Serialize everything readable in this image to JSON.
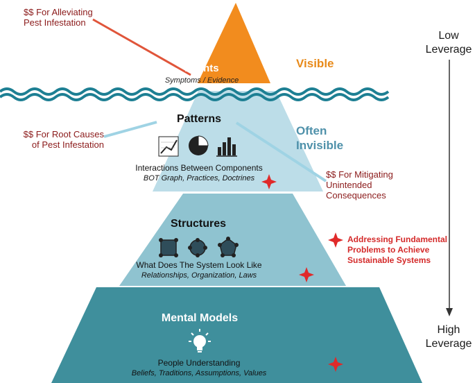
{
  "levels": {
    "events": {
      "title": "Events",
      "subtitle": "Symptoms / Evidence",
      "color": "#f28c1e"
    },
    "patterns": {
      "title": "Patterns",
      "line1": "Interactions Between Components",
      "line2": "BOT Graph, Practices, Doctrines",
      "color": "#bcdde8"
    },
    "structures": {
      "title": "Structures",
      "line1": "What Does The System Look Like",
      "line2": "Relationships, Organization, Laws",
      "color": "#8fc3d0"
    },
    "mental_models": {
      "title": "Mental Models",
      "line1": "People Understanding",
      "line2": "Beliefs, Traditions, Assumptions, Values",
      "color": "#3f8f9c"
    }
  },
  "visibility": {
    "visible": "Visible",
    "often_invisible_1": "Often",
    "often_invisible_2": "Invisible"
  },
  "leverage": {
    "low_1": "Low",
    "low_2": "Leverage",
    "high_1": "High",
    "high_2": "Leverage"
  },
  "annotations": {
    "alleviating": "$$ For Alleviating Pest Infestation",
    "root_causes": "$$ For Root Causes of Pest Infestation",
    "mitigating": "$$ For Mitigating Unintended Consequences",
    "addressing": "Addressing Fundamental Problems to Achieve Sustainable Systems"
  },
  "icons": {
    "events": "lightning-bolt-icon",
    "patterns": [
      "line-chart-icon",
      "pie-chart-icon",
      "bar-chart-icon"
    ],
    "structures": [
      "square-network-icon",
      "circle-network-icon",
      "pentagon-network-icon"
    ],
    "mental_models": "light-bulb-icon",
    "marker": "red-cross-marker-icon"
  },
  "colors": {
    "wave": "#1d7f93",
    "annotation_text": "#8b1a1a",
    "addressing_text": "#d42a2a",
    "arrow": "#333333"
  }
}
